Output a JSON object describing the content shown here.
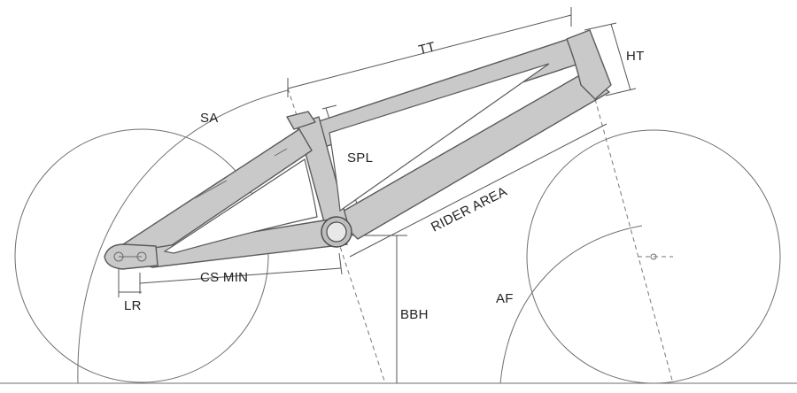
{
  "labels": {
    "tt": "TT",
    "ht": "HT",
    "sa": "SA",
    "spl": "SPL",
    "rider_area": "RIDER AREA",
    "cs_min": "CS MIN",
    "lr": "LR",
    "bbh": "BBH",
    "af": "AF"
  }
}
